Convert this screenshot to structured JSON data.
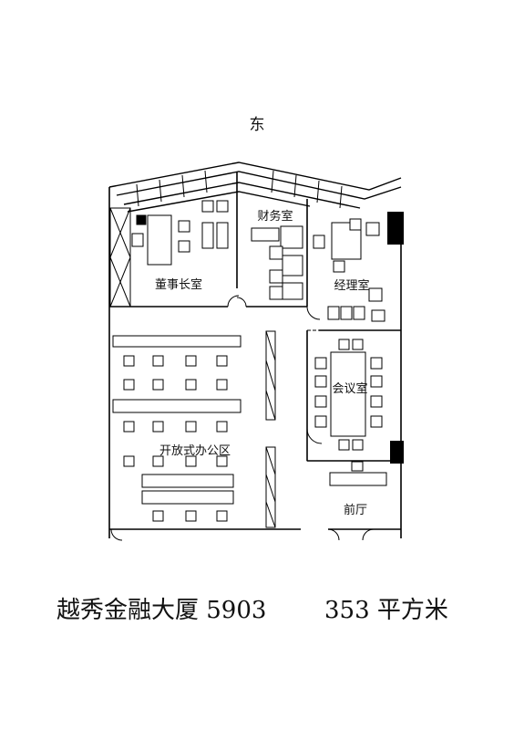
{
  "compass": {
    "direction": "东"
  },
  "rooms": [
    {
      "id": "chairman",
      "label": "董事长室"
    },
    {
      "id": "finance",
      "label": "财务室"
    },
    {
      "id": "manager",
      "label": "经理室"
    },
    {
      "id": "meeting",
      "label": "会议室"
    },
    {
      "id": "open-office",
      "label": "开放式办公区"
    },
    {
      "id": "lobby",
      "label": "前厅"
    }
  ],
  "caption": {
    "building": "越秀金融大厦 5903",
    "area": "353 平方米"
  }
}
